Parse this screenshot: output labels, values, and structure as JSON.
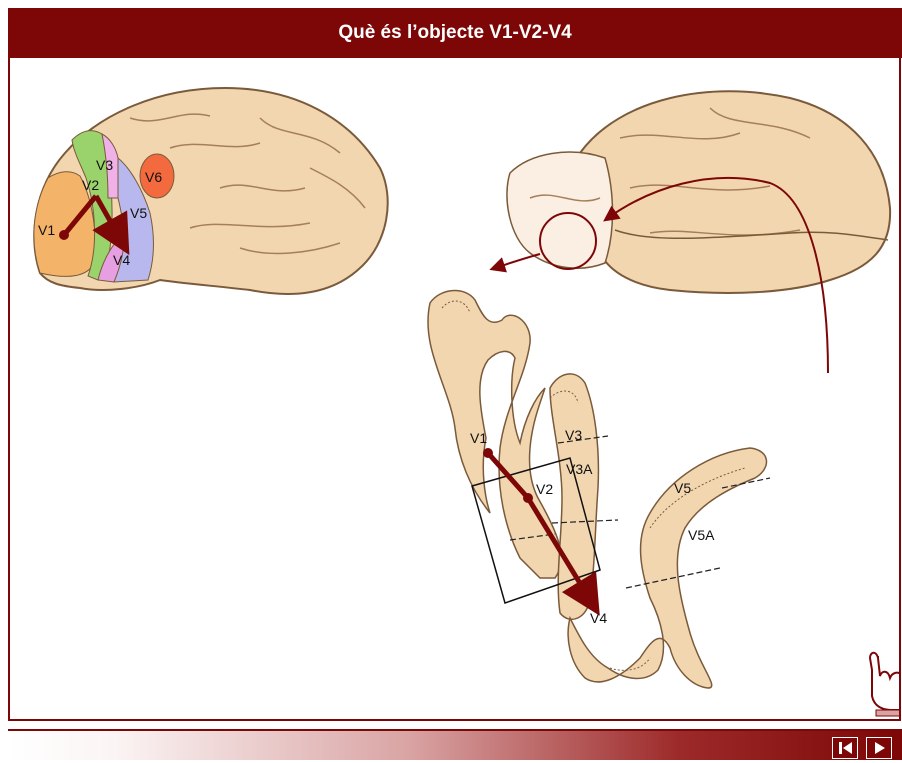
{
  "page": {
    "title": "Què és l’objecte V1-V2-V4"
  },
  "brain_labels": {
    "v1": "V1",
    "v2": "V2",
    "v3": "V3",
    "v4": "V4",
    "v5": "V5",
    "v6": "V6"
  },
  "cortex_labels": {
    "v1": "V1",
    "v2": "V2",
    "v3": "V3",
    "v3a": "V3A",
    "v4": "V4",
    "v5": "V5",
    "v5a": "V5A"
  },
  "colors": {
    "accent": "#7d0707",
    "brain_tissue": "#f2d6b0",
    "v1_region": "#f3b46a",
    "v2_region": "#9ad36b",
    "v3_region": "#f0b0e8",
    "v5_region": "#b9b8ee",
    "v6_region": "#f36a3e"
  },
  "icons": {
    "pointer": "hand-pointer-icon",
    "back": "skip-back-icon",
    "forward": "play-next-icon"
  }
}
